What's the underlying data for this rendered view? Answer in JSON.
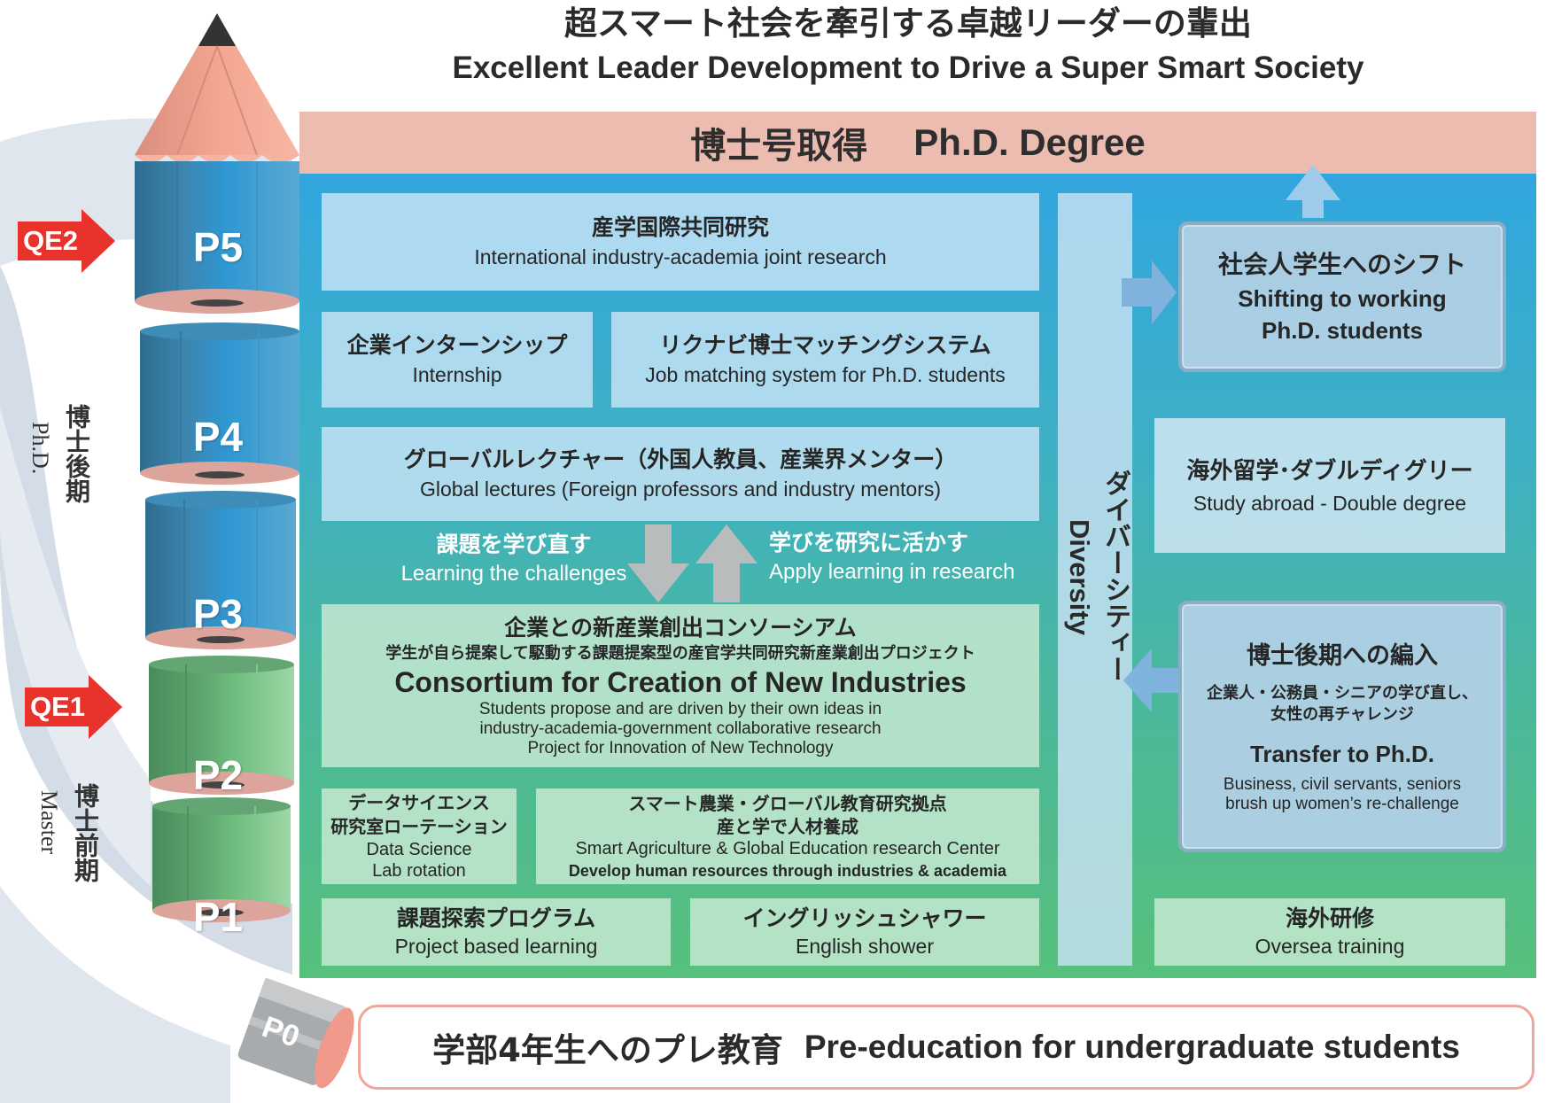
{
  "title": {
    "jp": "超スマート社会を牽引する卓越リーダーの輩出",
    "en": "Excellent Leader Development to Drive a Super Smart Society"
  },
  "phd_degree": {
    "jp": "博士号取得",
    "en": "Ph.D. Degree"
  },
  "stages": {
    "p5": "P5",
    "p4": "P4",
    "p3": "P3",
    "p2": "P2",
    "p1": "P1",
    "p0": "P0"
  },
  "qe": {
    "qe2": "QE2",
    "qe1": "QE1"
  },
  "side_labels": {
    "doctor_jp": "博士後期",
    "doctor_en": "Ph.D.",
    "master_jp": "博士前期",
    "master_en": "Master"
  },
  "programs": {
    "joint_research": {
      "jp": "産学国際共同研究",
      "en": "International industry-academia joint research"
    },
    "internship": {
      "jp": "企業インターンシップ",
      "en": "Internship"
    },
    "job_matching": {
      "jp": "リクナビ博士マッチングシステム",
      "en": "Job matching system for Ph.D. students"
    },
    "global_lectures": {
      "jp": "グローバルレクチャー（外国人教員、産業界メンター）",
      "en": "Global lectures (Foreign professors and industry mentors)"
    },
    "learning_challenges": {
      "jp": "課題を学び直す",
      "en": "Learning the challenges"
    },
    "apply_learning": {
      "jp": "学びを研究に活かす",
      "en": "Apply learning in research"
    },
    "consortium": {
      "jp": "企業との新産業創出コンソーシアム",
      "jp_sub": "学生が自ら提案して駆動する課題提案型の産官学共同研究新産業創出プロジェクト",
      "en": "Consortium for Creation of New Industries",
      "en_sub1": "Students propose and are driven by their own ideas in",
      "en_sub2": "industry-academia-government collaborative research",
      "en_sub3": "Project for Innovation of New Technology"
    },
    "data_science": {
      "jp1": "データサイエンス",
      "jp2": "研究室ローテーション",
      "en1": "Data Science",
      "en2": "Lab rotation"
    },
    "smart_agri": {
      "jp1": "スマート農業・グローバル教育研究拠点",
      "jp2": "産と学で人材養成",
      "en1": "Smart Agriculture  &  Global Education research Center",
      "en2": "Develop human resources through industries & academia"
    },
    "pbl": {
      "jp": "課題探索プログラム",
      "en": "Project based learning"
    },
    "english_shower": {
      "jp": "イングリッシュシャワー",
      "en": "English shower"
    }
  },
  "diversity": {
    "jp": "ダイバーシティー",
    "en": "Diversity"
  },
  "right_boxes": {
    "working_shift": {
      "jp": "社会人学生へのシフト",
      "en1": "Shifting to working",
      "en2": "Ph.D. students"
    },
    "study_abroad": {
      "jp": "海外留学･ダブルディグリー",
      "en": "Study abroad - Double degree"
    },
    "transfer": {
      "jp": "博士後期への編入",
      "jp_sub1": "企業人・公務員・シニアの学び直し、",
      "jp_sub2": "女性の再チャレンジ",
      "en": "Transfer to Ph.D.",
      "en_sub1": "Business, civil servants, seniors",
      "en_sub2": "brush up women’s re-challenge"
    },
    "oversea": {
      "jp": "海外研修",
      "en": "Oversea training"
    }
  },
  "pre_education": {
    "jp": "学部4年生へのプレ教育",
    "en": "Pre-education for undergraduate students"
  }
}
